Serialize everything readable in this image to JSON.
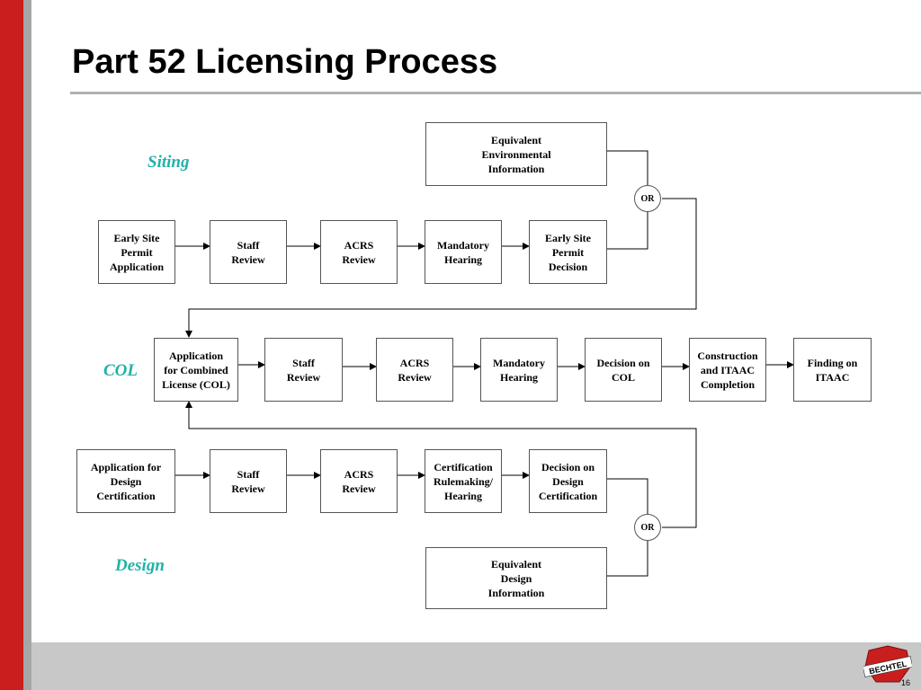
{
  "title": "Part 52 Licensing Process",
  "sections": {
    "siting": "Siting",
    "col": "COL",
    "design": "Design"
  },
  "siting_row": {
    "esp_application": "Early Site\nPermit\nApplication",
    "staff_review": "Staff\nReview",
    "acrs_review": "ACRS\nReview",
    "mandatory_hearing": "Mandatory\nHearing",
    "esp_decision": "Early Site\nPermit\nDecision",
    "equivalent_env": "Equivalent\nEnvironmental\nInformation",
    "or": "OR"
  },
  "col_row": {
    "col_application": "Application\nfor Combined\nLicense (COL)",
    "staff_review": "Staff\nReview",
    "acrs_review": "ACRS\nReview",
    "mandatory_hearing": "Mandatory\nHearing",
    "decision_col": "Decision on\nCOL",
    "construction_itaac": "Construction\nand ITAAC\nCompletion",
    "finding_itaac": "Finding on\nITAAC"
  },
  "design_row": {
    "dc_application": "Application for\nDesign\nCertification",
    "staff_review": "Staff\nReview",
    "acrs_review": "ACRS\nReview",
    "certification_hearing": "Certification\nRulemaking/\nHearing",
    "decision_dc": "Decision on\nDesign\nCertification",
    "equivalent_design": "Equivalent\nDesign\nInformation",
    "or": "OR"
  },
  "footer": {
    "page_number": "16",
    "logo_text": "BECHTEL"
  },
  "colors": {
    "accent_red": "#c81e1e",
    "section_label": "#1fb2a8",
    "footer_gray": "#c8c8c8"
  }
}
